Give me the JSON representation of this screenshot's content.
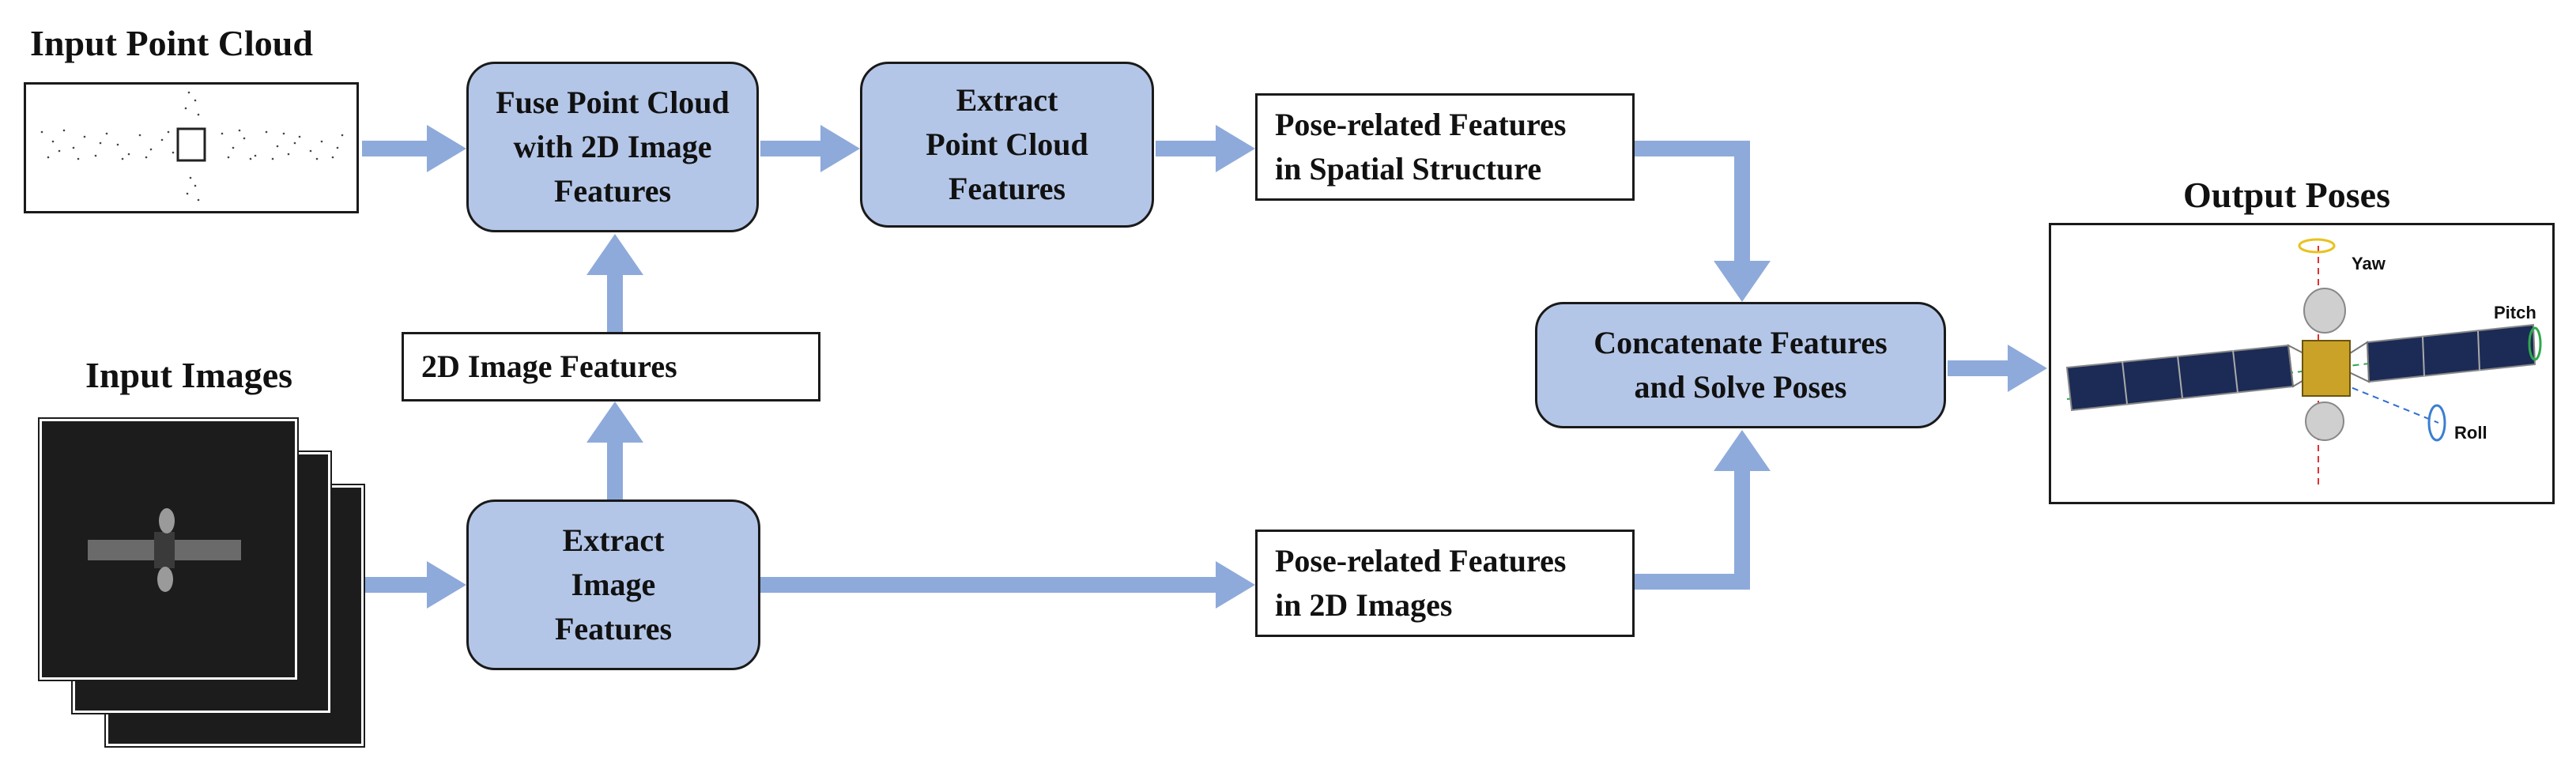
{
  "headings": {
    "input_point_cloud": "Input Point Cloud",
    "input_images": "Input Images",
    "output_poses": "Output Poses"
  },
  "process_boxes": {
    "fuse": [
      "Fuse Point Cloud",
      "with 2D Image",
      "Features"
    ],
    "extract_pc": [
      "Extract",
      "Point Cloud",
      "Features"
    ],
    "extract_img": [
      "Extract",
      "Image",
      "Features"
    ],
    "concat": [
      "Concatenate Features",
      "and Solve Poses"
    ]
  },
  "feature_boxes": {
    "img2d": [
      "2D Image Features"
    ],
    "pose_spatial": [
      "Pose-related Features",
      "in Spatial Structure"
    ],
    "pose_2d": [
      "Pose-related Features",
      "in 2D Images"
    ]
  },
  "axis_labels": {
    "yaw": "Yaw",
    "pitch": "Pitch",
    "roll": "Roll"
  },
  "colors": {
    "process_fill": "#b4c6e7",
    "arrow": "#8eaadb",
    "outline": "#1a1a1a",
    "panel": "#1b2b55",
    "body_gold": "#c9a227",
    "yaw_ring": "#e8c21c",
    "pitch_ring": "#2fa84f",
    "roll_ring": "#3a7fd0"
  }
}
